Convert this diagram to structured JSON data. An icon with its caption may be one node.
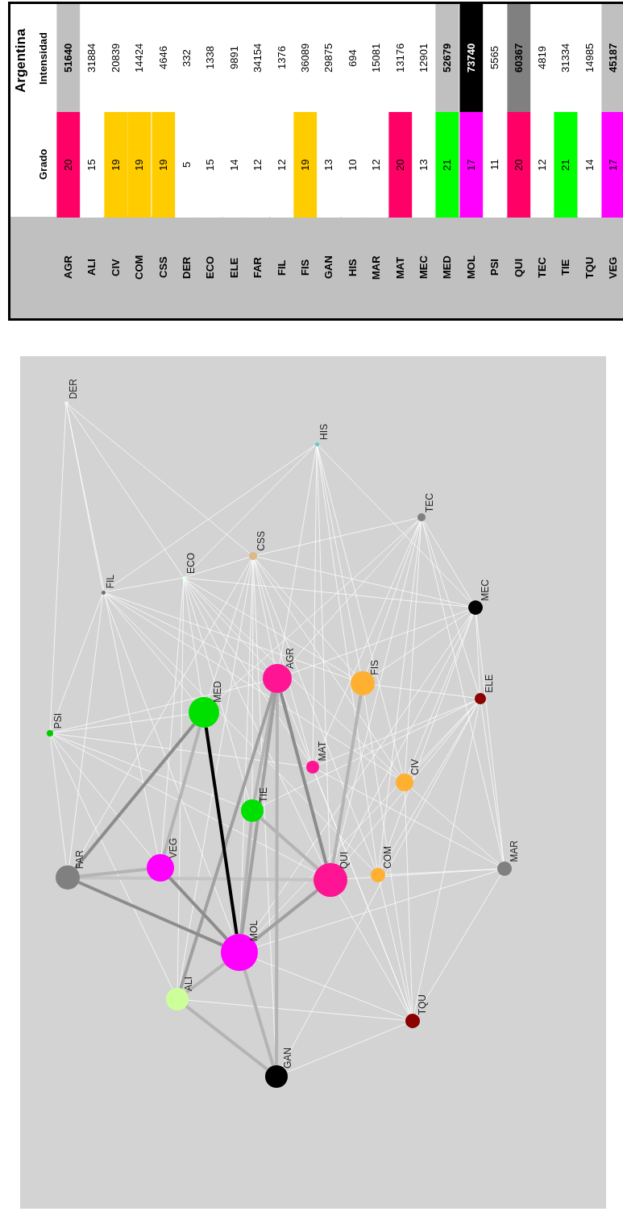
{
  "diagram": {
    "title": "Argentina",
    "nodes": [
      {
        "text": [
          "AGR"
        ]
      },
      {
        "text": [
          "ALI"
        ]
      },
      {
        "text": [
          "CIV"
        ]
      },
      {
        "text": [
          "COM"
        ]
      },
      {
        "text": [
          "CSS"
        ]
      },
      {
        "text": [
          "DER"
        ]
      },
      {
        "text": [
          "ECO"
        ]
      },
      {
        "text": [
          "ELE"
        ]
      },
      {
        "text": [
          "FAR"
        ]
      },
      {
        "text": [
          "FIL"
        ]
      },
      {
        "text": [
          "FIS"
        ]
      },
      {
        "text": [
          "GAN"
        ]
      },
      {
        "text": [
          "HIS"
        ]
      },
      {
        "text": [
          "MAR"
        ]
      },
      {
        "text": [
          "MAT"
        ]
      },
      {
        "text": [
          "MEC"
        ]
      },
      {
        "text": [
          "MED"
        ]
      },
      {
        "text": [
          "MOL"
        ]
      },
      {
        "text": [
          "PSI"
        ]
      },
      {
        "text": [
          "QUI"
        ]
      },
      {
        "text": [
          "TEC"
        ]
      },
      {
        "text": [
          "TIE"
        ]
      },
      {
        "text": [
          "TQU"
        ]
      },
      {
        "text": [
          "VEG"
        ]
      }
    ],
    "edges": [
      {
        "from": 5,
        "to": 18,
        "arrow": "none"
      },
      {
        "from": 5,
        "to": 9,
        "arrow": "none"
      },
      {
        "from": 5,
        "to": 23,
        "arrow": "none"
      },
      {
        "from": 5,
        "to": 6,
        "arrow": "none"
      },
      {
        "from": 5,
        "to": 4,
        "arrow": "none"
      },
      {
        "from": 12,
        "to": 9,
        "arrow": "none"
      },
      {
        "from": 12,
        "to": 6,
        "arrow": "none"
      },
      {
        "from": 12,
        "to": 0,
        "arrow": "none"
      },
      {
        "from": 12,
        "to": 14,
        "arrow": "none"
      },
      {
        "from": 12,
        "to": 10,
        "arrow": "none"
      },
      {
        "from": 12,
        "to": 19,
        "arrow": "none"
      },
      {
        "from": 12,
        "to": 2,
        "arrow": "none"
      },
      {
        "from": 12,
        "to": 15,
        "arrow": "none"
      },
      {
        "from": 12,
        "to": 3,
        "arrow": "none"
      },
      {
        "from": 18,
        "to": 9,
        "arrow": "none"
      },
      {
        "from": 18,
        "to": 16,
        "arrow": "none"
      },
      {
        "from": 18,
        "to": 8,
        "arrow": "none"
      },
      {
        "from": 18,
        "to": 23,
        "arrow": "none"
      },
      {
        "from": 18,
        "to": 1,
        "arrow": "none"
      },
      {
        "from": 18,
        "to": 0,
        "arrow": "none"
      },
      {
        "from": 18,
        "to": 14,
        "arrow": "none"
      },
      {
        "from": 18,
        "to": 21,
        "arrow": "none"
      },
      {
        "from": 18,
        "to": 19,
        "arrow": "none"
      },
      {
        "from": 9,
        "to": 6,
        "arrow": "none"
      },
      {
        "from": 9,
        "to": 16,
        "arrow": "none"
      },
      {
        "from": 9,
        "to": 0,
        "arrow": "none"
      },
      {
        "from": 9,
        "to": 10,
        "arrow": "none"
      },
      {
        "from": 9,
        "to": 8,
        "arrow": "none"
      },
      {
        "from": 9,
        "to": 17,
        "arrow": "none"
      },
      {
        "from": 9,
        "to": 3,
        "arrow": "none"
      },
      {
        "from": 9,
        "to": 2,
        "arrow": "none"
      },
      {
        "from": 6,
        "to": 4,
        "arrow": "none"
      },
      {
        "from": 6,
        "to": 16,
        "arrow": "none"
      },
      {
        "from": 6,
        "to": 0,
        "arrow": "none"
      },
      {
        "from": 6,
        "to": 14,
        "arrow": "none"
      },
      {
        "from": 6,
        "to": 10,
        "arrow": "none"
      },
      {
        "from": 6,
        "to": 19,
        "arrow": "none"
      },
      {
        "from": 6,
        "to": 21,
        "arrow": "none"
      },
      {
        "from": 6,
        "to": 23,
        "arrow": "none"
      },
      {
        "from": 6,
        "to": 1,
        "arrow": "none"
      },
      {
        "from": 6,
        "to": 15,
        "arrow": "none"
      },
      {
        "from": 6,
        "to": 2,
        "arrow": "none"
      },
      {
        "from": 4,
        "to": 0,
        "arrow": "none"
      },
      {
        "from": 4,
        "to": 16,
        "arrow": "none"
      },
      {
        "from": 4,
        "to": 10,
        "arrow": "none"
      },
      {
        "from": 4,
        "to": 20,
        "arrow": "none"
      },
      {
        "from": 4,
        "to": 15,
        "arrow": "none"
      },
      {
        "from": 4,
        "to": 17,
        "arrow": "none"
      },
      {
        "from": 4,
        "to": 21,
        "arrow": "none"
      },
      {
        "from": 4,
        "to": 14,
        "arrow": "none"
      },
      {
        "from": 4,
        "to": 3,
        "arrow": "none"
      },
      {
        "from": 4,
        "to": 2,
        "arrow": "none"
      },
      {
        "from": 4,
        "to": 8,
        "arrow": "none"
      },
      {
        "from": 4,
        "to": 1,
        "arrow": "none"
      },
      {
        "from": 4,
        "to": 11,
        "arrow": "none"
      },
      {
        "from": 20,
        "to": 15,
        "arrow": "none"
      },
      {
        "from": 20,
        "to": 10,
        "arrow": "none"
      },
      {
        "from": 20,
        "to": 0,
        "arrow": "none"
      },
      {
        "from": 20,
        "to": 16,
        "arrow": "none"
      },
      {
        "from": 20,
        "to": 2,
        "arrow": "none"
      },
      {
        "from": 20,
        "to": 19,
        "arrow": "none"
      },
      {
        "from": 20,
        "to": 3,
        "arrow": "none"
      },
      {
        "from": 20,
        "to": 7,
        "arrow": "none"
      },
      {
        "from": 20,
        "to": 14,
        "arrow": "none"
      },
      {
        "from": 20,
        "to": 13,
        "arrow": "none"
      },
      {
        "from": 15,
        "to": 7,
        "arrow": "none"
      },
      {
        "from": 15,
        "to": 10,
        "arrow": "none"
      },
      {
        "from": 15,
        "to": 0,
        "arrow": "none"
      },
      {
        "from": 15,
        "to": 2,
        "arrow": "none"
      },
      {
        "from": 15,
        "to": 19,
        "arrow": "none"
      },
      {
        "from": 15,
        "to": 3,
        "arrow": "none"
      },
      {
        "from": 15,
        "to": 13,
        "arrow": "none"
      },
      {
        "from": 15,
        "to": 17,
        "arrow": "none"
      },
      {
        "from": 7,
        "to": 10,
        "arrow": "none"
      },
      {
        "from": 7,
        "to": 2,
        "arrow": "none"
      },
      {
        "from": 7,
        "to": 19,
        "arrow": "none"
      },
      {
        "from": 7,
        "to": 3,
        "arrow": "none"
      },
      {
        "from": 7,
        "to": 13,
        "arrow": "none"
      },
      {
        "from": 7,
        "to": 17,
        "arrow": "none"
      },
      {
        "from": 7,
        "to": 14,
        "arrow": "none"
      },
      {
        "from": 7,
        "to": 22,
        "arrow": "none"
      },
      {
        "from": 7,
        "to": 21,
        "arrow": "none"
      },
      {
        "from": 7,
        "to": 11,
        "arrow": "none"
      },
      {
        "from": 13,
        "to": 3,
        "arrow": "none"
      },
      {
        "from": 13,
        "to": 19,
        "arrow": "none"
      },
      {
        "from": 13,
        "to": 22,
        "arrow": "none"
      },
      {
        "from": 13,
        "to": 2,
        "arrow": "none"
      },
      {
        "from": 13,
        "to": 17,
        "arrow": "none"
      },
      {
        "from": 13,
        "to": 14,
        "arrow": "none"
      },
      {
        "from": 22,
        "to": 19,
        "arrow": "none"
      },
      {
        "from": 22,
        "to": 3,
        "arrow": "none"
      },
      {
        "from": 22,
        "to": 2,
        "arrow": "none"
      },
      {
        "from": 22,
        "to": 17,
        "arrow": "none"
      },
      {
        "from": 22,
        "to": 11,
        "arrow": "none"
      },
      {
        "from": 22,
        "to": 1,
        "arrow": "none"
      },
      {
        "from": 22,
        "to": 10,
        "arrow": "none"
      },
      {
        "from": 22,
        "to": 0,
        "arrow": "none"
      },
      {
        "from": 22,
        "to": 14,
        "arrow": "none"
      },
      {
        "from": 8,
        "to": 19,
        "arrow": "none",
        "style": "thick",
        "color": "#c4c4c4"
      },
      {
        "from": 8,
        "to": 23,
        "arrow": "none",
        "style": "thick",
        "color": "#b4b4b4"
      },
      {
        "from": 23,
        "to": 16,
        "arrow": "none",
        "style": "thick",
        "color": "#b4b4b4"
      },
      {
        "from": 1,
        "to": 17,
        "arrow": "none",
        "style": "thick",
        "color": "#b4b4b4"
      },
      {
        "from": 1,
        "to": 11,
        "arrow": "none",
        "style": "thick",
        "color": "#b4b4b4"
      },
      {
        "from": 17,
        "to": 11,
        "arrow": "none",
        "style": "thick",
        "color": "#b4b4b4"
      },
      {
        "from": 17,
        "to": 21,
        "arrow": "none",
        "style": "thick",
        "color": "#b4b4b4"
      },
      {
        "from": 0,
        "to": 11,
        "arrow": "none",
        "style": "thick",
        "color": "#b4b4b4"
      },
      {
        "from": 0,
        "to": 21,
        "arrow": "none",
        "style": "thick",
        "color": "#b4b4b4"
      },
      {
        "from": 21,
        "to": 19,
        "arrow": "none",
        "style": "thick",
        "color": "#b4b4b4"
      },
      {
        "from": 19,
        "to": 10,
        "arrow": "none",
        "style": "thick",
        "color": "#b4b4b4"
      },
      {
        "from": 1,
        "to": 0,
        "arrow": "none",
        "style": "thick",
        "color": "#a0a0a0"
      },
      {
        "from": 17,
        "to": 19,
        "arrow": "none",
        "style": "thick",
        "color": "#a0a0a0"
      },
      {
        "from": 0,
        "to": 17,
        "arrow": "none",
        "style": "thick",
        "color": "#a0a0a0"
      },
      {
        "from": 8,
        "to": 16,
        "arrow": "none",
        "style": "thick",
        "color": "#8c8c8c"
      },
      {
        "from": 8,
        "to": 17,
        "arrow": "none",
        "style": "thick",
        "color": "#8c8c8c"
      },
      {
        "from": 23,
        "to": 17,
        "arrow": "none",
        "style": "thick",
        "color": "#8c8c8c"
      },
      {
        "from": 0,
        "to": 19,
        "arrow": "none",
        "style": "thick",
        "color": "#8c8c8c"
      },
      {
        "from": 16,
        "to": 17,
        "arrow": "none",
        "style": "thick",
        "color": "#000000"
      }
    ],
    "labels": [
      "Grado",
      "Intensidad",
      "AGR",
      "20",
      "51640",
      "ALI",
      "15",
      "31884",
      "CIV",
      "19",
      "20839",
      "COM",
      "19",
      "14424",
      "CSS",
      "19",
      "4646",
      "DER",
      "5",
      "332",
      "ECO",
      "15",
      "1338",
      "ELE",
      "14",
      "9891",
      "FAR",
      "12",
      "34154",
      "FIL",
      "12",
      "1376",
      "FIS",
      "19",
      "36089",
      "GAN",
      "13",
      "29875",
      "HIS",
      "10",
      "694",
      "MAR",
      "12",
      "15081",
      "MAT",
      "20",
      "13176",
      "MEC",
      "13",
      "12901",
      "MED",
      "21",
      "52679",
      "MOL",
      "17",
      "73740",
      "PSI",
      "11",
      "5565",
      "QUI",
      "20",
      "60367",
      "TEC",
      "12",
      "4819",
      "TIE",
      "21",
      "31334",
      "TQU",
      "14",
      "14985",
      "VEG",
      "17",
      "45187"
    ]
  }
}
